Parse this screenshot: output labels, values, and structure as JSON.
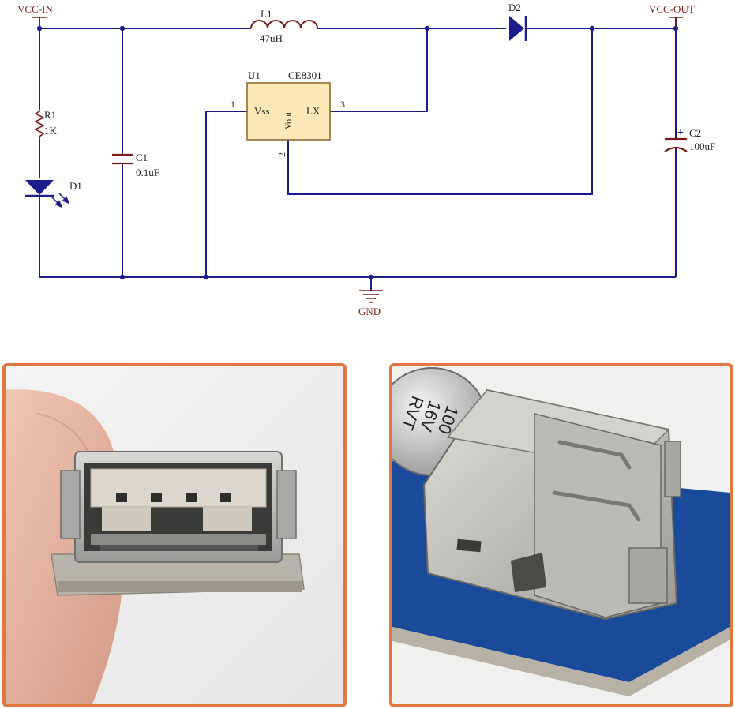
{
  "schematic": {
    "colors": {
      "wire": "#1c1c8a",
      "label": "#7a1a1a",
      "ic_fill": "#fde9b8",
      "ic_stroke": "#8a6420",
      "led": "#1c1c8a"
    },
    "labels": {
      "vcc_in": "VCC-IN",
      "vcc_out": "VCC-OUT",
      "gnd": "GND",
      "l1_ref": "L1",
      "l1_value": "47uH",
      "d2_ref": "D2",
      "r1_ref": "R1",
      "r1_value": "1K",
      "d1_ref": "D1",
      "c1_ref": "C1",
      "c1_value": "0.1uF",
      "c2_ref": "C2",
      "c2_value": "100uF",
      "c2_polarity": "+",
      "u1_ref": "U1",
      "u1_part": "CE8301",
      "pin_vss": "Vss",
      "pin_lx": "LX",
      "pin_vout": "Vout",
      "pin1": "1",
      "pin2": "2",
      "pin3": "3"
    }
  },
  "photos": {
    "left": {
      "subject": "usb-female-board-front-photo"
    },
    "right": {
      "subject": "usb-female-board-angled-photo",
      "capacitor_text_line1": "100",
      "capacitor_text_line2": "16V",
      "capacitor_text_line3": "RVT"
    }
  },
  "colors": {
    "photo_border": "#e07840",
    "pcb_blue": "#1a4a9a",
    "metal": "#c4c4c0",
    "skin": "#e8b8a4"
  }
}
